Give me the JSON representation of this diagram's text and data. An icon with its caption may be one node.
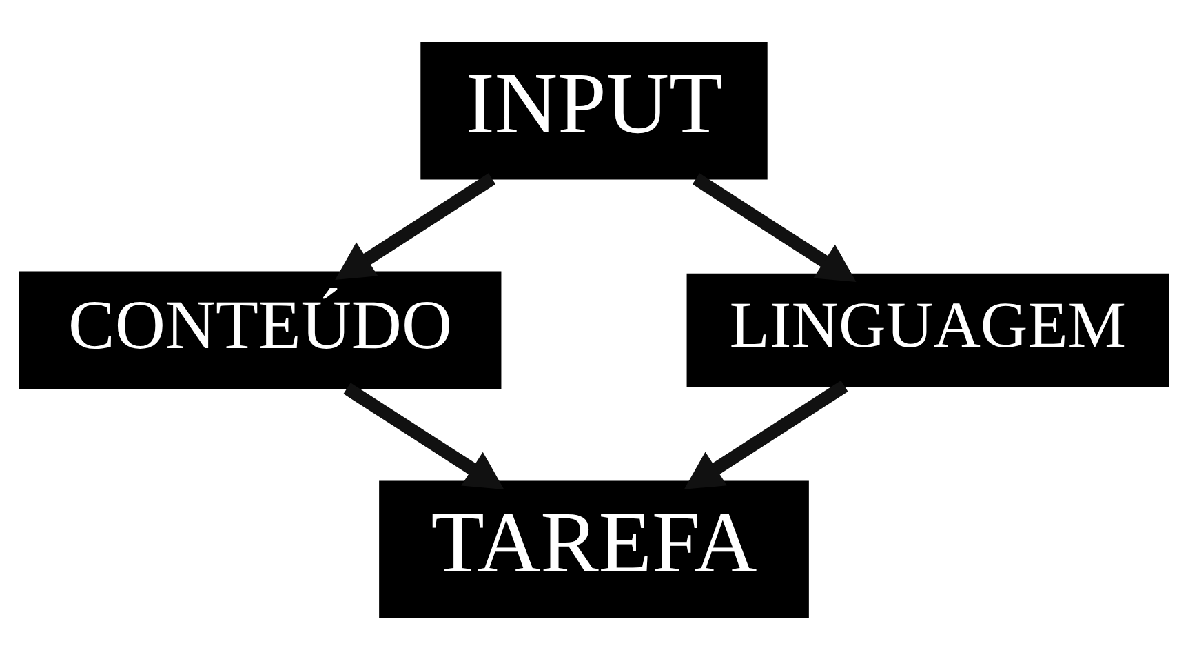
{
  "diagram": {
    "nodes": [
      {
        "text": [
          "INPUT"
        ]
      },
      {
        "text": [
          "CONTEÚDO"
        ]
      },
      {
        "text": [
          "LINGUAGEM"
        ]
      },
      {
        "text": [
          "TAREFA"
        ]
      }
    ],
    "edges": [
      {
        "from": 0,
        "to": 1,
        "arrow": "to"
      },
      {
        "from": 0,
        "to": 2,
        "arrow": "to"
      },
      {
        "from": 1,
        "to": 3,
        "arrow": "to"
      },
      {
        "from": 2,
        "to": 3,
        "arrow": "to"
      }
    ]
  }
}
